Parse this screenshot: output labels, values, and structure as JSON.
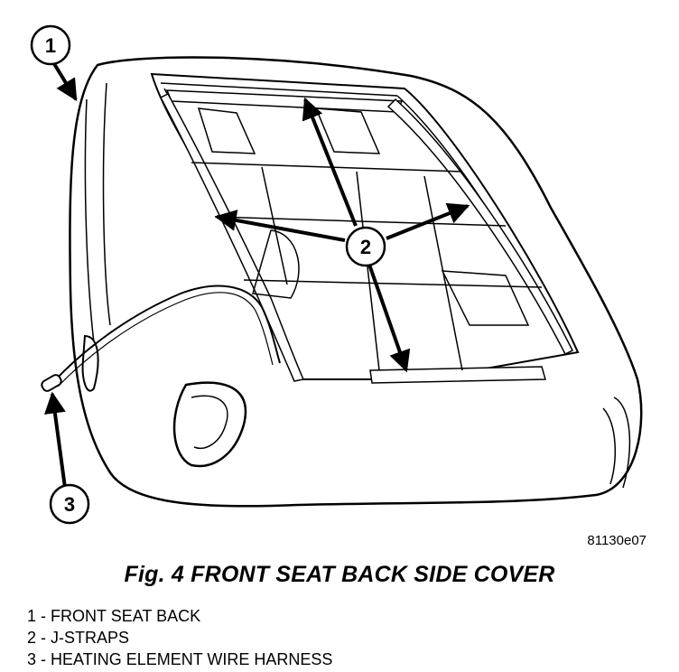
{
  "figure": {
    "id": "81130e07",
    "caption": "Fig. 4 FRONT SEAT BACK SIDE COVER"
  },
  "callouts": [
    {
      "number": "1",
      "part": "FRONT SEAT BACK"
    },
    {
      "number": "2",
      "part": "J-STRAPS"
    },
    {
      "number": "3",
      "part": "HEATING ELEMENT WIRE HARNESS"
    }
  ],
  "legend": [
    {
      "number": "1",
      "separator": "-",
      "label": "FRONT SEAT BACK"
    },
    {
      "number": "2",
      "separator": "-",
      "label": "J-STRAPS"
    },
    {
      "number": "3",
      "separator": "-",
      "label": "HEATING ELEMENT WIRE HARNESS"
    }
  ]
}
